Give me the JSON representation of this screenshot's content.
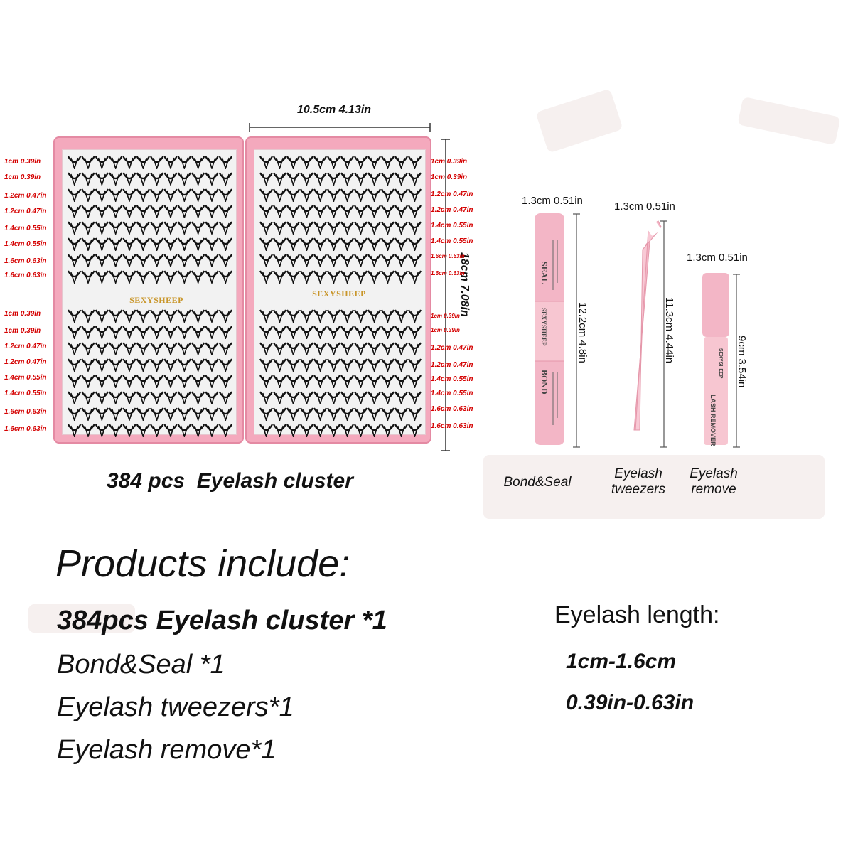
{
  "case": {
    "width_label": "10.5cm 4.13in",
    "height_label": "18cm 7.08in",
    "brand": "SEXYSHEEP",
    "caption": "384 pcs  Eyelash cluster",
    "left_labels": [
      "1cm 0.39in",
      "1cm 0.39in",
      "1.2cm 0.47in",
      "1.2cm 0.47in",
      "1.4cm 0.55in",
      "1.4cm 0.55in",
      "1.6cm 0.63in",
      "1.6cm 0.63in",
      "1cm 0.39in",
      "1cm 0.39in",
      "1.2cm 0.47in",
      "1.2cm 0.47in",
      "1.4cm 0.55in",
      "1.4cm 0.55in",
      "1.6cm 0.63in",
      "1.6cm 0.63in"
    ],
    "right_labels": [
      "1cm 0.39in",
      "1cm 0.39in",
      "1.2cm 0.47in",
      "1.2cm 0.47in",
      "1.4cm 0.55in",
      "1.4cm 0.55in",
      "1.6cm 0.63in",
      "1.6cm 0.63in",
      "1cm 0.39in",
      "1cm 0.39in",
      "1.2cm 0.47in",
      "1.2cm 0.47in",
      "1.4cm 0.55in",
      "1.4cm 0.55in",
      "1.6cm 0.63in",
      "1.6cm 0.63in"
    ]
  },
  "tools": {
    "bond": {
      "width_label": "1.3cm 0.51in",
      "height_label": "12.2cm 4.8in",
      "caption": "Bond&Seal",
      "seal_text": "SEAL",
      "bond_text": "BOND",
      "brand": "SEXYSHEEP"
    },
    "tweezers": {
      "width_label": "1.3cm 0.51in",
      "height_label": "11.3cm 4.44in",
      "caption_line1": "Eyelash",
      "caption_line2": "tweezers"
    },
    "remover": {
      "width_label": "1.3cm 0.51in",
      "height_label": "9cm 3.54in",
      "caption_line1": "Eyelash",
      "caption_line2": "remove",
      "label_text": "LASH REMOVER",
      "brand": "SEXYSHEEP"
    }
  },
  "products": {
    "heading": "Products include:",
    "items": [
      "384pcs Eyelash cluster *1",
      "Bond&Seal *1",
      "Eyelash tweezers*1",
      "Eyelash remove*1"
    ]
  },
  "length": {
    "heading": "Eyelash length:",
    "cm": "1cm-1.6cm",
    "in": "0.39in-0.63in"
  },
  "colors": {
    "case_pink": "#f4a9bd",
    "label_red": "#d40000",
    "brand_gold": "#c9962a",
    "lash_black": "#111111"
  }
}
